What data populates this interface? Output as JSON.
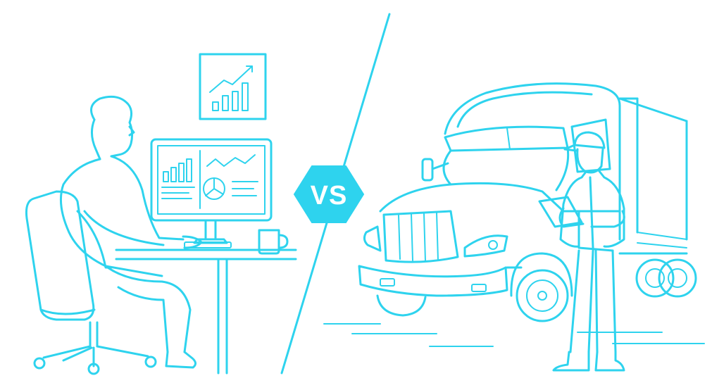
{
  "badge": {
    "label": "VS"
  },
  "colors": {
    "line": "#2ed3ee",
    "badge_fill": "#2ed3ee",
    "badge_text": "#ffffff",
    "background": "#ffffff"
  },
  "left_scene": {
    "subject": "office-worker-at-computer",
    "icons": [
      "wall-chart-icon",
      "monitor-dashboard-icon",
      "coffee-mug-icon",
      "office-chair-icon"
    ]
  },
  "right_scene": {
    "subject": "truck-driver-with-tablet",
    "icons": [
      "semi-truck-icon",
      "tablet-icon",
      "driver-cap-icon"
    ]
  }
}
